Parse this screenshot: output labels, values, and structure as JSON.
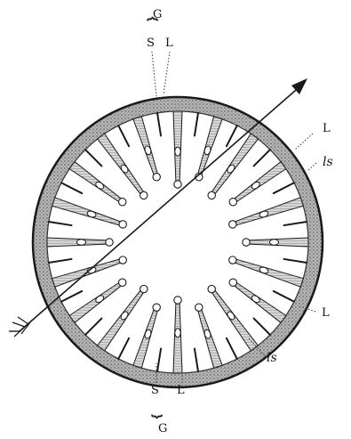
{
  "labels": {
    "top_g": "G",
    "top_s": "S",
    "top_l": "L",
    "bottom_s": "S",
    "bottom_l": "L",
    "bottom_g": "G",
    "right_l_upper": "L",
    "right_ls_upper": "ls",
    "right_l_lower": "L",
    "right_ls_lower": "ls"
  },
  "colors": {
    "ink": "#1a1a1a",
    "wall_fill": "#9a9a9a",
    "interior": "#ffffff"
  },
  "icons": {
    "arrow": "axis-arrow-icon"
  }
}
